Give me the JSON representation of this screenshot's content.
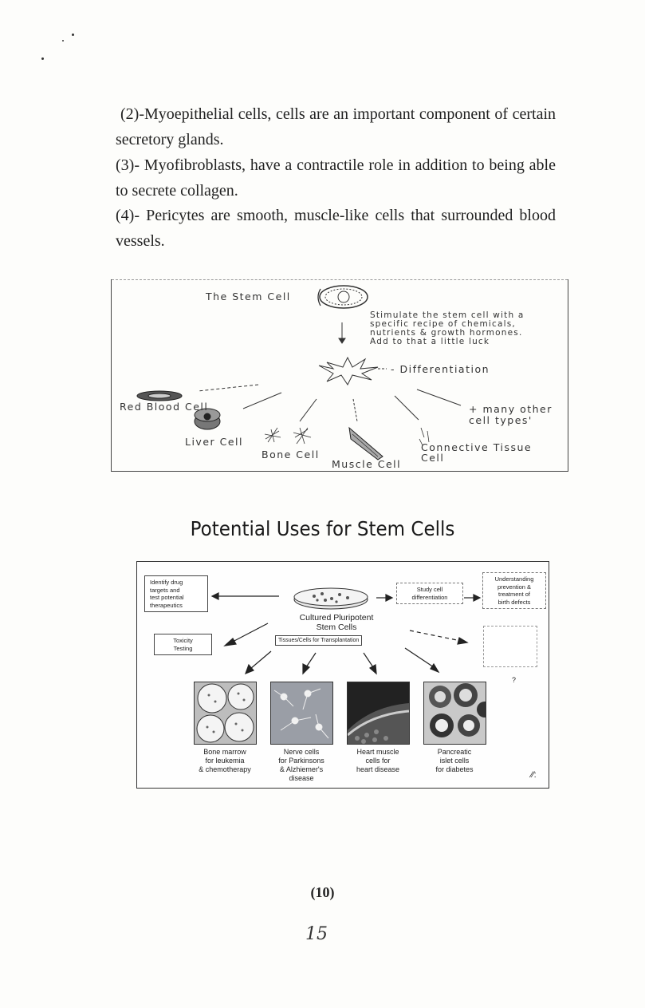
{
  "paragraphs": [
    {
      "text": "(2)-Myoepithelial cells, cells are an important component of certain  secretory glands."
    },
    {
      "text": "(3)- Myofibroblasts, have a contractile role in addition to being able to secrete collagen."
    },
    {
      "text": "(4)- Pericytes are smooth, muscle-like cells that surrounded blood vessels."
    }
  ],
  "figure1": {
    "stem_cell": "The Stem Cell",
    "note_lines": [
      "Stimulate the stem cell with a",
      "specific recipe of chemicals,",
      "nutrients & growth hormones.",
      "Add to that a little luck"
    ],
    "differentiation": "- Differentiation",
    "red_blood_cell": "Red Blood Cell",
    "liver_cell": "Liver Cell",
    "bone_cell": "Bone Cell",
    "muscle_cell": "Muscle Cell",
    "connective_tissue_line1": "Connective Tissue",
    "connective_tissue_line2": "Cell",
    "many_other_line1": "+ many other",
    "many_other_line2": "cell types'"
  },
  "heading": "Potential Uses for Stem Cells",
  "figure2": {
    "drug_box": [
      "Identify drug",
      "targets and",
      "test potential",
      "therapeutics"
    ],
    "toxicity_box": [
      "Toxicity",
      "Testing"
    ],
    "study_box": [
      "Study cell",
      "differentiation"
    ],
    "understanding_box": [
      "Understanding",
      "prevention &",
      "treatment of",
      "birth defects"
    ],
    "center_label_1": "Cultured Pluripotent",
    "center_label_2": "Stem Cells",
    "transplant_label": "Tissues/Cells for Transplantation",
    "question": "?",
    "corner_mark": "⁄⁄:",
    "tiles": [
      {
        "caption": [
          "Bone marrow",
          "for leukemia",
          "& chemotherapy"
        ]
      },
      {
        "caption": [
          "Nerve cells",
          "for Parkinsons",
          "& Alzhiemer's",
          "disease"
        ]
      },
      {
        "caption": [
          "Heart muscle",
          "cells for",
          "heart disease"
        ]
      },
      {
        "caption": [
          "Pancreatic",
          "islet cells",
          "for diabetes"
        ]
      }
    ]
  },
  "page_number": "(10)",
  "handwritten_number": "15"
}
